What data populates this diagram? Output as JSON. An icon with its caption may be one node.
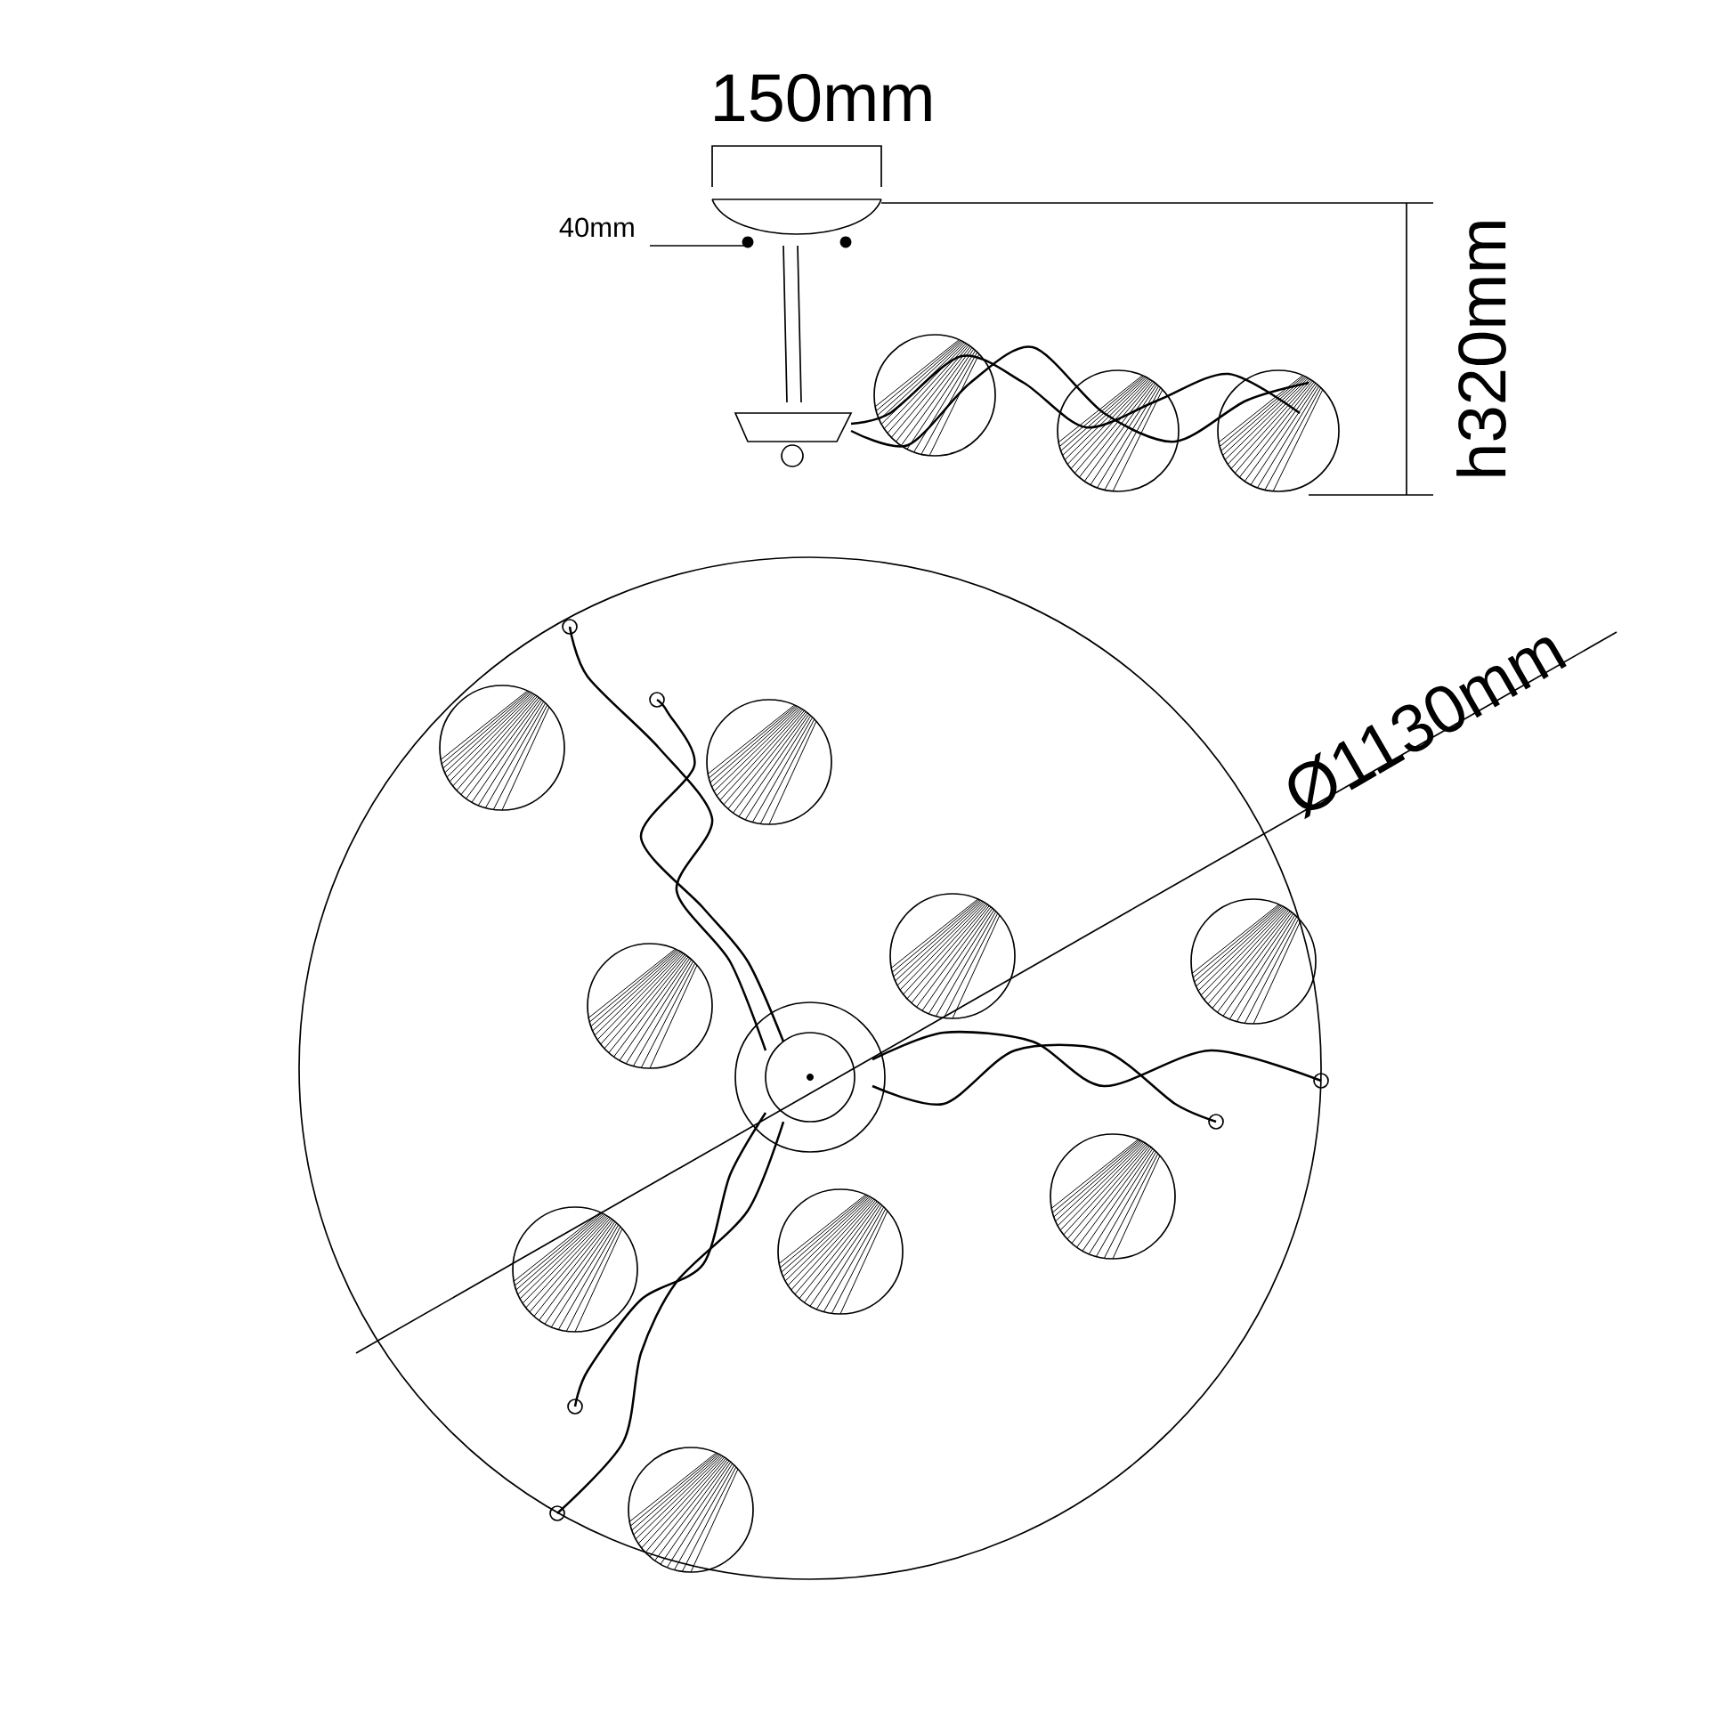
{
  "diagram": {
    "labels": [
      "150mm",
      "40mm",
      "h320mm",
      "Ø1130mm"
    ]
  }
}
